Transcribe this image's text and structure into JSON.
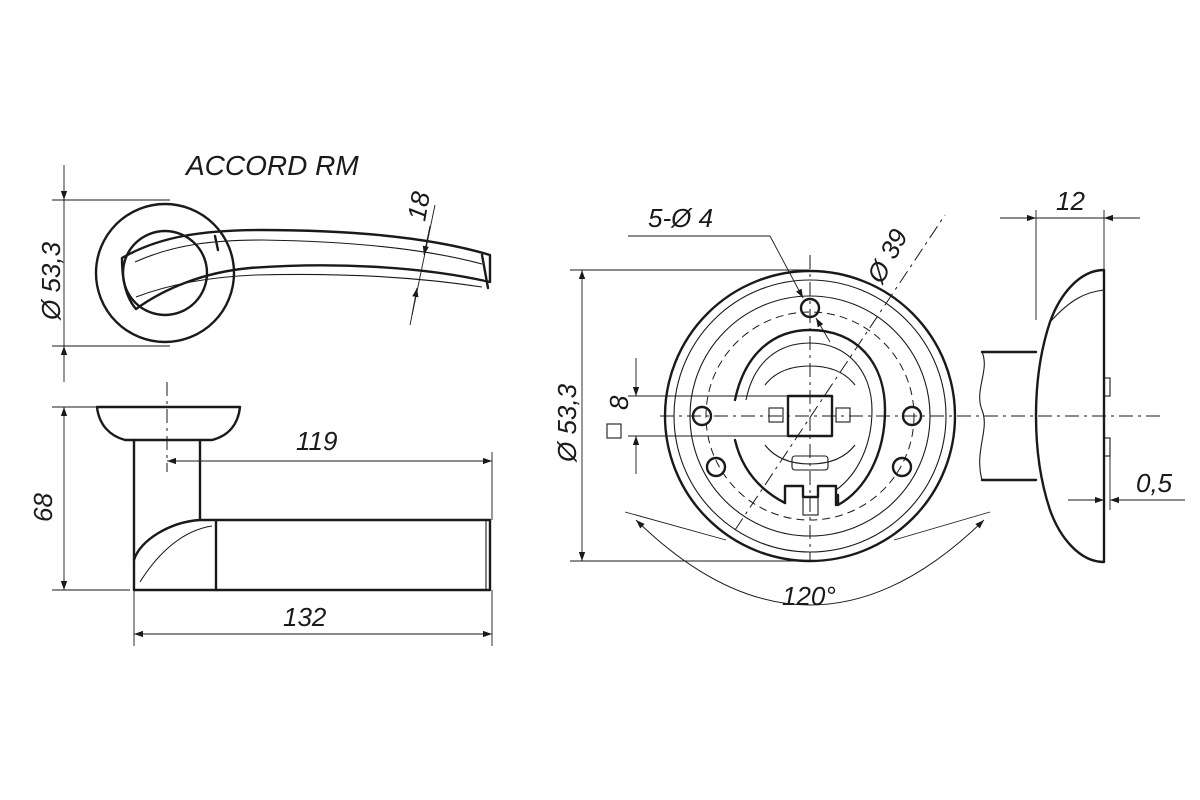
{
  "model_name": "ACCORD RM",
  "dimensions": {
    "rosette_diameter_top": "Ø 53,3",
    "handle_width": "18",
    "handle_height": "68",
    "handle_reach": "119",
    "handle_length": "132",
    "screw_holes": "5-Ø 4",
    "pitch_circle": "Ø 39",
    "rosette_diameter_front": "Ø 53,3",
    "spindle_square": "8",
    "angle": "120°",
    "rosette_thickness": "12",
    "gap": "0,5"
  }
}
